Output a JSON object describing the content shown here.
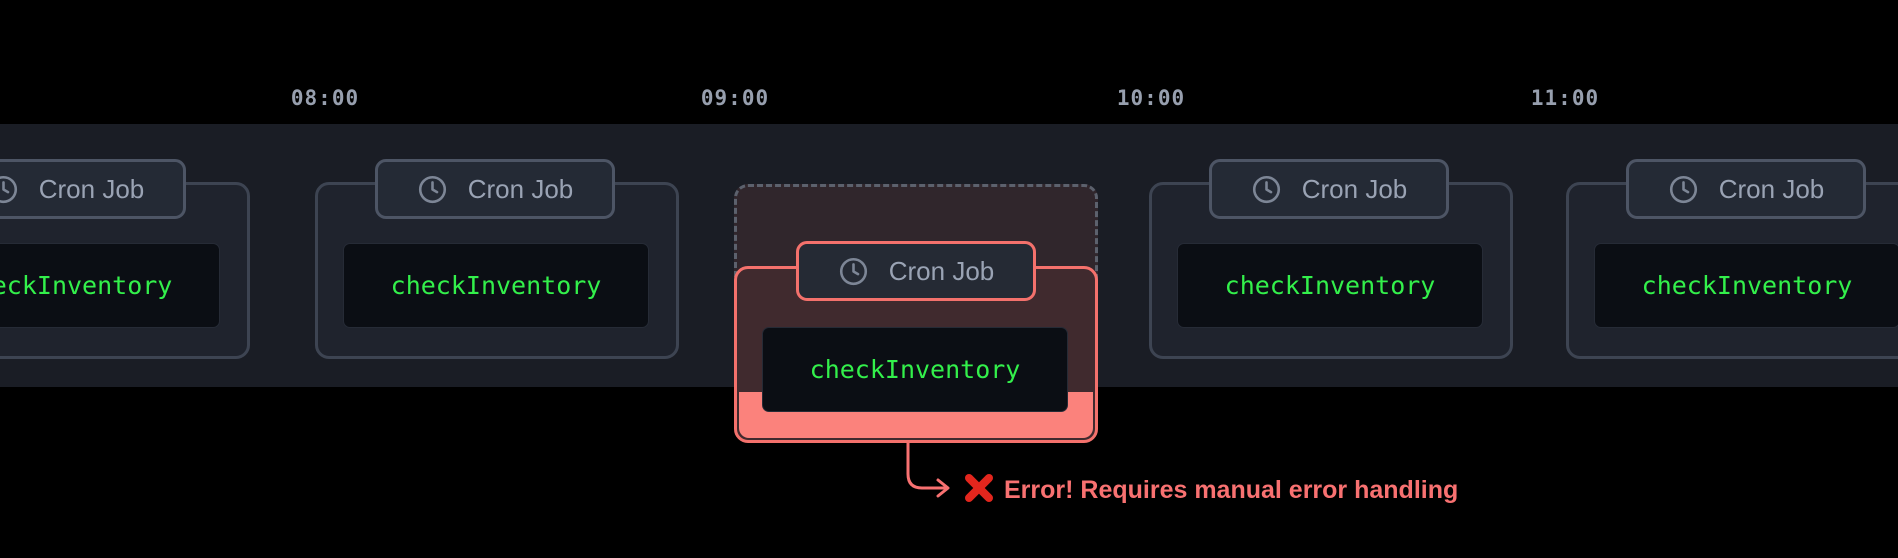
{
  "timeline": {
    "hour_labels": [
      "08:00",
      "09:00",
      "10:00",
      "11:00"
    ],
    "cards": [
      {
        "badge": "Cron Job",
        "code": "checkInventory",
        "status": "ok"
      },
      {
        "badge": "Cron Job",
        "code": "checkInventory",
        "status": "ok"
      },
      {
        "badge": "Cron Job",
        "code": "checkInventory",
        "status": "failed"
      },
      {
        "badge": "Cron Job",
        "code": "checkInventory",
        "status": "ok"
      },
      {
        "badge": "Cron Job",
        "code": "checkInventory",
        "status": "ok"
      }
    ],
    "error_annotation": {
      "icon": "cross-mark-icon",
      "text": "Error! Requires manual error handling"
    }
  },
  "icons": {
    "badge_icon": "clock-icon"
  },
  "colors": {
    "band_background": "#1a1d25",
    "card_border": "#3d4452",
    "code_green": "#33f04b",
    "error_salmon": "#f87171",
    "cross_red": "#e3261d"
  }
}
